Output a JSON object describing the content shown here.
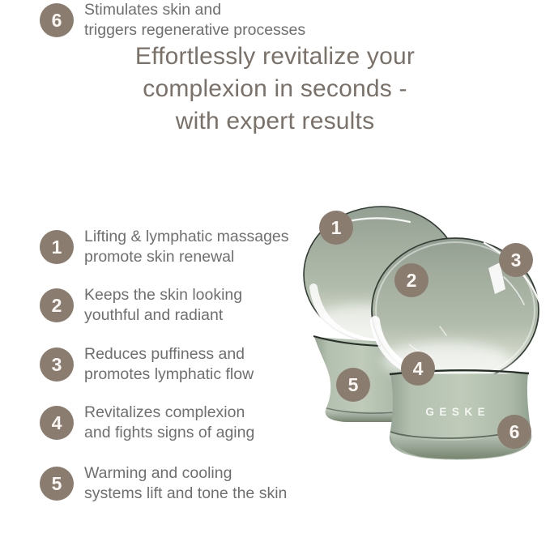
{
  "headline": {
    "line1": "Effortlessly revitalize your",
    "line2": "complexion in seconds -",
    "line3": "with expert results"
  },
  "features": [
    {
      "num": "1",
      "line1": "Lifting & lymphatic massages",
      "line2": "promote skin renewal"
    },
    {
      "num": "2",
      "line1": "Keeps the skin looking",
      "line2": "youthful and radiant"
    },
    {
      "num": "3",
      "line1": "Reduces puffiness and",
      "line2": "promotes lymphatic flow"
    },
    {
      "num": "4",
      "line1": "Revitalizes complexion",
      "line2": "and fights signs of aging"
    },
    {
      "num": "5",
      "line1": "Warming and cooling",
      "line2": "systems lift and tone the skin"
    },
    {
      "num": "6",
      "line1": "Stimulates skin and",
      "line2": "triggers regenerative processes"
    }
  ],
  "product": {
    "brand": "GESKE"
  },
  "colors": {
    "badge_taupe": "#8a7c6f",
    "headline_text": "#7a7168",
    "body_text": "#6f6f6f",
    "device_base_sage": "#b7c3b3",
    "dome_glass": "#a4afa0",
    "background": "#ffffff"
  }
}
